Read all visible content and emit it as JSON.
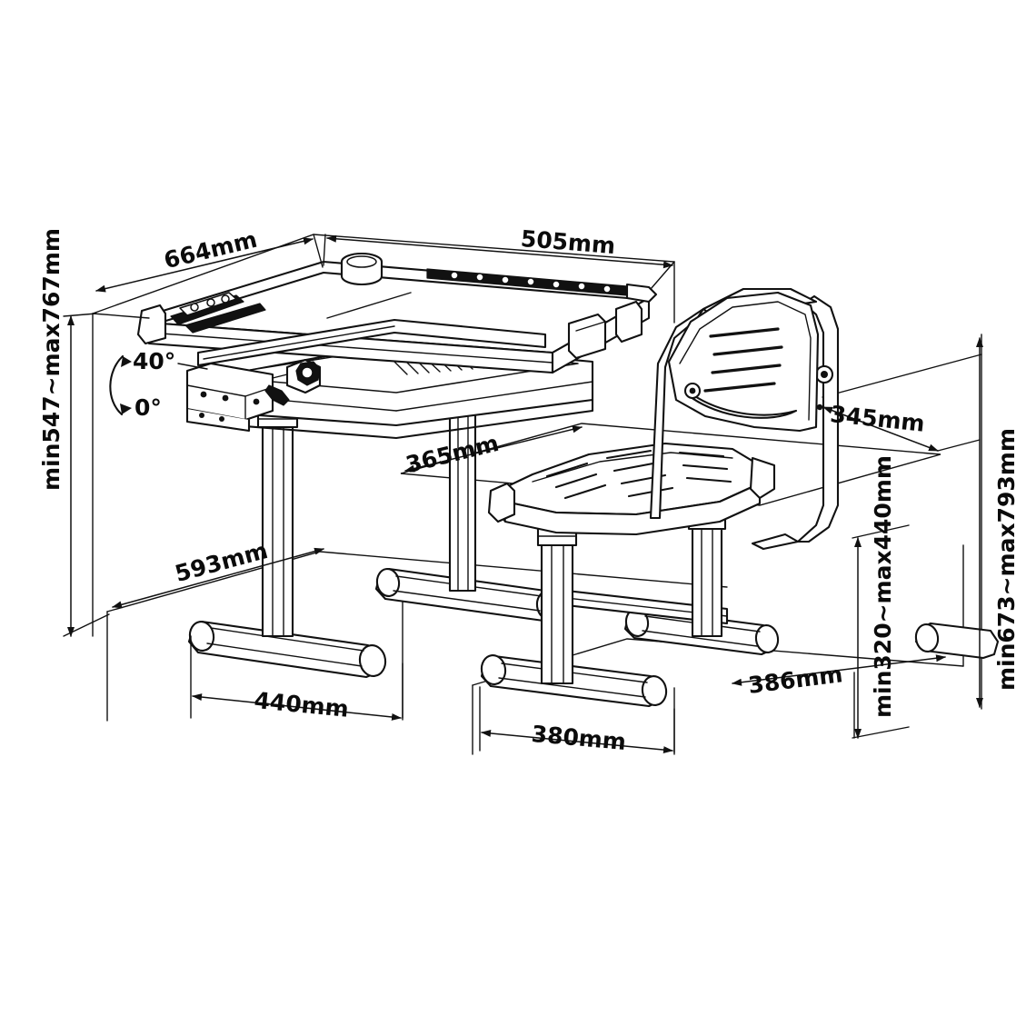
{
  "drawing": {
    "title": "Height-adjustable children's study desk and chair set — dimensioned isometric drawing",
    "units": "mm",
    "background_color": "#ffffff",
    "line_color": "#111111",
    "style": "technical line drawing, isometric projection, black on white"
  },
  "desk": {
    "name": "Adjustable study desk",
    "features": [
      "tilting desktop",
      "pen / pencil groove",
      "cup holder cylinder",
      "pull-out drawer",
      "telescoping centre column",
      "tubular T-shaped foot"
    ],
    "tilt": {
      "max_label": "40°",
      "min_label": "0°"
    }
  },
  "chair": {
    "name": "Adjustable study chair",
    "features": [
      "slotted ventilated backrest",
      "contoured slotted seat",
      "twin telescoping legs",
      "tubular T-shaped feet with crossbar"
    ]
  },
  "dimensions": {
    "desk_depth": {
      "value": "664mm",
      "target": "desk top depth (left-back edge)"
    },
    "desk_width": {
      "value": "505mm",
      "target": "desk top width (right-back edge)"
    },
    "desk_height_range": {
      "value": "min547~max767mm",
      "target": "desk top height above floor, adjustable"
    },
    "desk_footprint_depth": {
      "value": "593mm",
      "target": "desk floor footprint depth"
    },
    "desk_foot_width": {
      "value": "440mm",
      "target": "desk foot width across base"
    },
    "chair_back_depth": {
      "value": "345mm",
      "target": "chair backrest depth reference"
    },
    "chair_seat_depth": {
      "value": "365mm",
      "target": "chair seat depth"
    },
    "chair_footprint_depth": {
      "value": "386mm",
      "target": "chair floor footprint depth"
    },
    "chair_foot_width": {
      "value": "380mm",
      "target": "chair foot width across base"
    },
    "chair_seat_height_range": {
      "value": "min320~max440mm",
      "target": "chair seat height above floor, adjustable"
    },
    "chair_overall_height_range": {
      "value": "min673~max793mm",
      "target": "chair overall height to top of backrest, adjustable"
    }
  },
  "angles": {
    "tilt_max": "40°",
    "tilt_min": "0°"
  }
}
